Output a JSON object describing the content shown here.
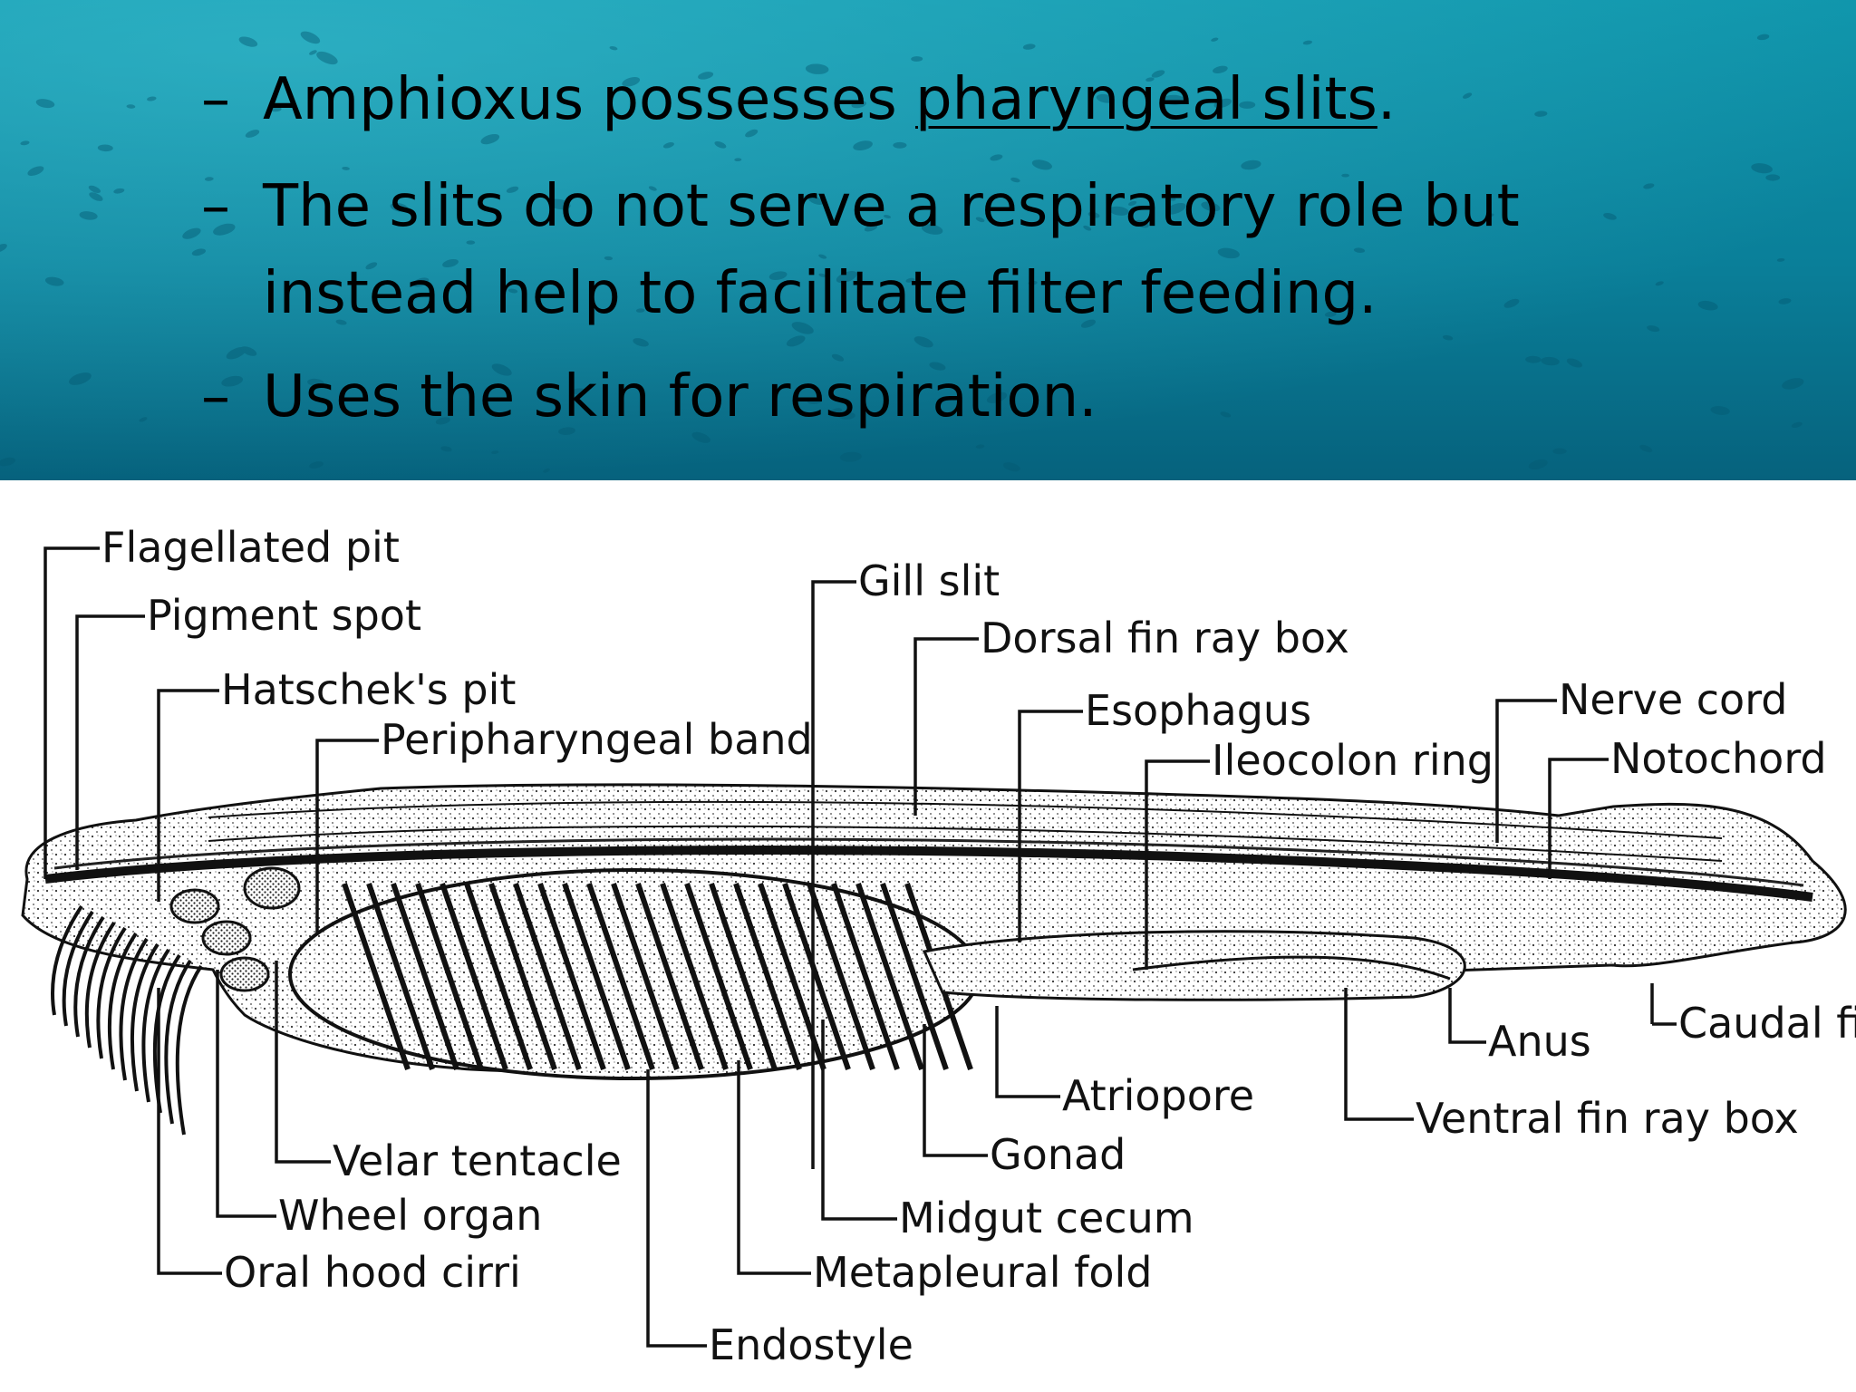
{
  "slide": {
    "bullets": [
      {
        "dash": "–",
        "before": "Amphioxus possesses ",
        "underlined": "pharyngeal slits",
        "after": "."
      },
      {
        "dash": "–",
        "line1": "The slits do not serve a respiratory role but",
        "line2": "instead help to facilitate filter feeding."
      },
      {
        "dash": "–",
        "text": "Uses the skin for respiration."
      }
    ]
  },
  "diagram": {
    "labels": {
      "flagellated_pit": "Flagellated pit",
      "pigment_spot": "Pigment spot",
      "hatscheks_pit": "Hatschek's pit",
      "peripharyngeal_band": "Peripharyngeal band",
      "gill_slit": "Gill slit",
      "dorsal_fin_ray_box": "Dorsal fin ray box",
      "esophagus": "Esophagus",
      "ileocolon_ring": "Ileocolon ring",
      "nerve_cord": "Nerve cord",
      "notochord": "Notochord",
      "caudal_fin": "Caudal fin",
      "anus": "Anus",
      "ventral_fin_ray_box": "Ventral fin ray box",
      "atriopore": "Atriopore",
      "gonad": "Gonad",
      "midgut_cecum": "Midgut cecum",
      "metapleural_fold": "Metapleural fold",
      "endostyle": "Endostyle",
      "velar_tentacle": "Velar tentacle",
      "wheel_organ": "Wheel organ",
      "oral_hood_cirri": "Oral hood cirri"
    }
  },
  "colors": {
    "ocean_top": "#0f95ab",
    "ocean_bottom": "#06627d",
    "text": "#000000",
    "ink": "#111111"
  }
}
